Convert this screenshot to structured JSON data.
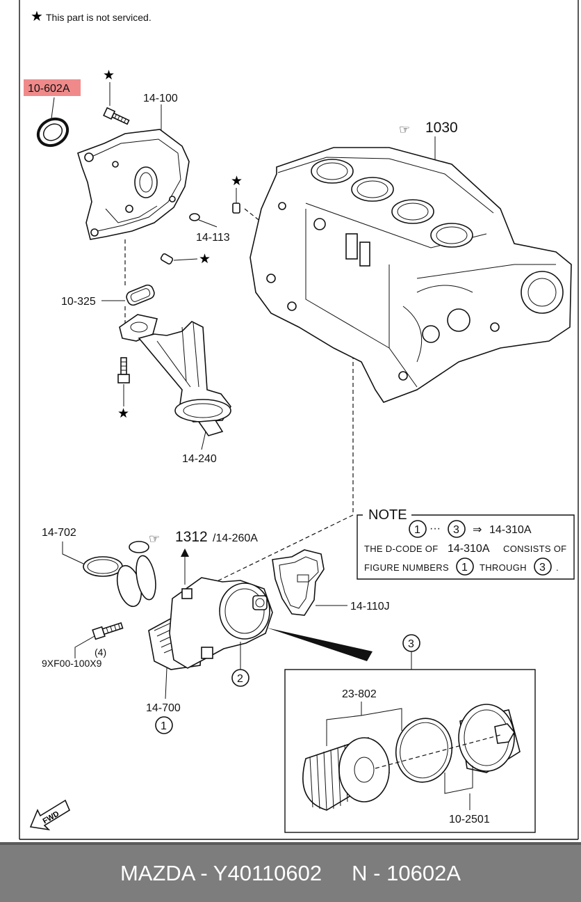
{
  "header_note": "This part is not serviced.",
  "labels": {
    "oil_seal": "10-602A",
    "oil_pump": "14-100",
    "dowel_pin_113": "14-113",
    "cylinder_block_ref": "1030",
    "gasket_325": "10-325",
    "oil_strainer": "14-240",
    "o_ring_702": "14-702",
    "ref_1312": "1312",
    "ref_260a": "/14-260A",
    "gasket_110j": "14-110J",
    "bolt": "9XF00-100X9",
    "bolt_qty": "(4)",
    "oil_cooler": "14-700",
    "filter_element": "23-802",
    "filter_cap": "10-2501"
  },
  "callouts": {
    "c1": "1",
    "c2": "2",
    "c3": "3"
  },
  "note_box": {
    "title": "NOTE",
    "dots": "···",
    "arrow": "⇒",
    "code": "14-310A",
    "line2_a": "THE D-CODE OF",
    "line2_code": "14-310A",
    "line2_b": "CONSISTS OF",
    "line3_a": "FIGURE NUMBERS",
    "line3_b": "THROUGH",
    "line3_end": "."
  },
  "fwd_label": "FWD",
  "footer": {
    "brand": "MAZDA",
    "sep": " - ",
    "part_number": "Y40110602",
    "gap": "     ",
    "n_prefix": "N - ",
    "n_code": "10602A"
  },
  "colors": {
    "highlight": "#f08a8a",
    "footer_bg": "#7d7d7d",
    "footer_text": "#ffffff"
  }
}
